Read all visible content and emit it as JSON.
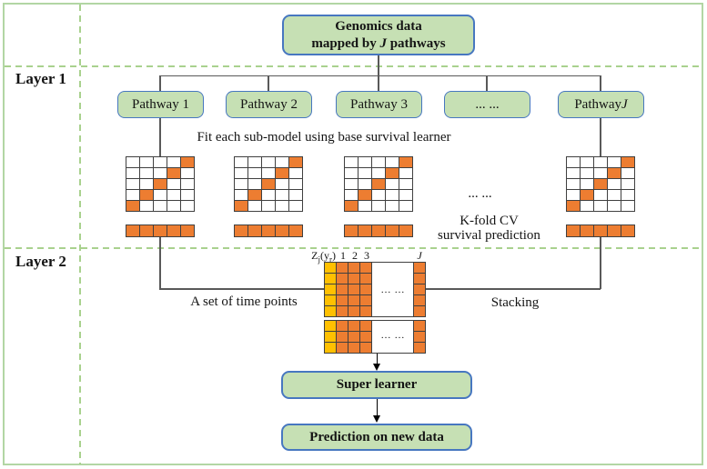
{
  "colors": {
    "box_fill": "#c6e0b4",
    "box_border": "#4777c0",
    "orange": "#ed7d31",
    "yellow": "#ffc000",
    "grid_line": "#404040",
    "connector": "#595959",
    "dash_green": "#a9d18e",
    "frame_green": "#b2d6a4"
  },
  "top_box": {
    "line1": "Genomics data",
    "line2_pre": "mapped by ",
    "line2_italic": "J",
    "line2_post": " pathways"
  },
  "layers": {
    "layer1": "Layer 1",
    "layer2": "Layer 2"
  },
  "pathways": [
    {
      "pre": "Pathway 1",
      "it": ""
    },
    {
      "pre": "Pathway 2",
      "it": ""
    },
    {
      "pre": "Pathway 3",
      "it": ""
    },
    {
      "pre": "... ...",
      "it": ""
    },
    {
      "pre": "Pathway ",
      "it": "J"
    }
  ],
  "fit_text": "Fit each sub-model using base survival learner",
  "grids_ellipsis": "... ...",
  "kfold_label": {
    "line1": "K-fold CV",
    "line2": "survival prediction"
  },
  "kfold_grid": {
    "rows": 5,
    "cols": 5,
    "filled_cells": [
      [
        0,
        4
      ],
      [
        1,
        3
      ],
      [
        2,
        2
      ],
      [
        3,
        1
      ],
      [
        4,
        0
      ]
    ]
  },
  "prediction_bar": {
    "cells": 5
  },
  "layer2_labels": {
    "time_points": "A set of time points",
    "stacking": "Stacking"
  },
  "stack_matrix": {
    "header": {
      "z": "Z",
      "z_sub": "j",
      "paren_open": "(y",
      "y_sub": "r",
      "paren_close": ")",
      "col1": "1",
      "col2": "2",
      "col3": "3",
      "last_col": "J"
    },
    "upper_rows": 5,
    "lower_rows": 3,
    "left_cols": 4,
    "dots_upper": "... ...",
    "dots_lower": "... ..."
  },
  "super_learner_label": "Super learner",
  "prediction_label": "Prediction on new data"
}
